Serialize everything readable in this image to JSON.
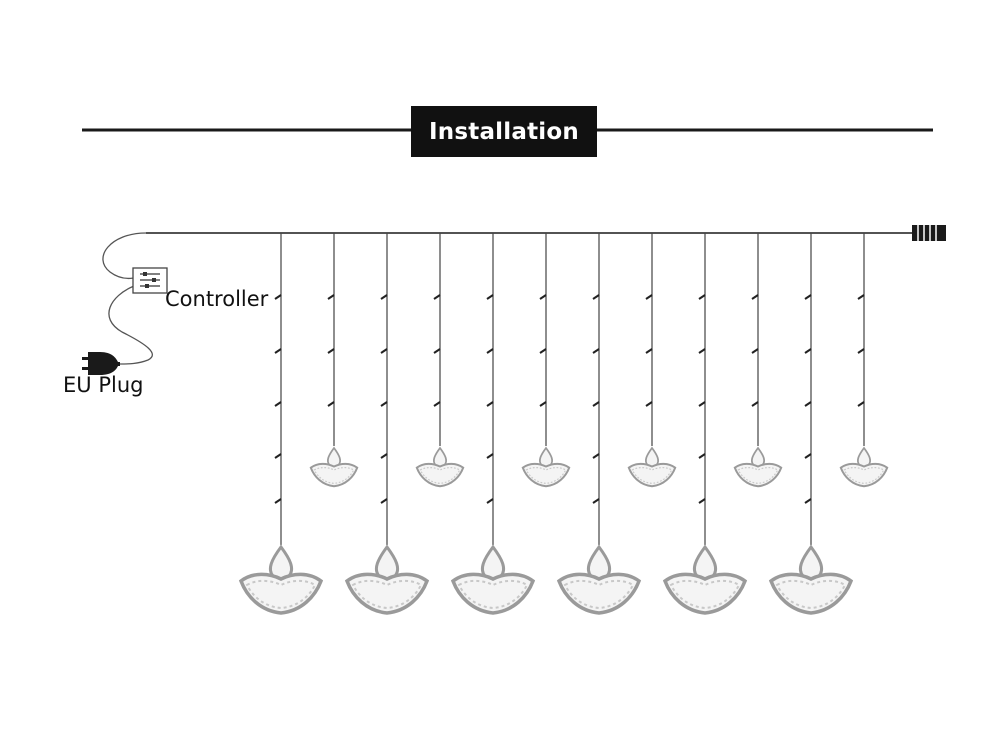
{
  "title": "Installation",
  "labels": {
    "controller": "Controller",
    "plug": "EU Plug"
  },
  "colors": {
    "line": "#1a1a1a",
    "string": "#444444",
    "lamp_outline": "#9a9a9a",
    "lamp_fill": "#f2f2f2",
    "title_bg": "#111111",
    "title_text": "#ffffff"
  },
  "strings": {
    "long_count": 6,
    "short_count": 6
  }
}
